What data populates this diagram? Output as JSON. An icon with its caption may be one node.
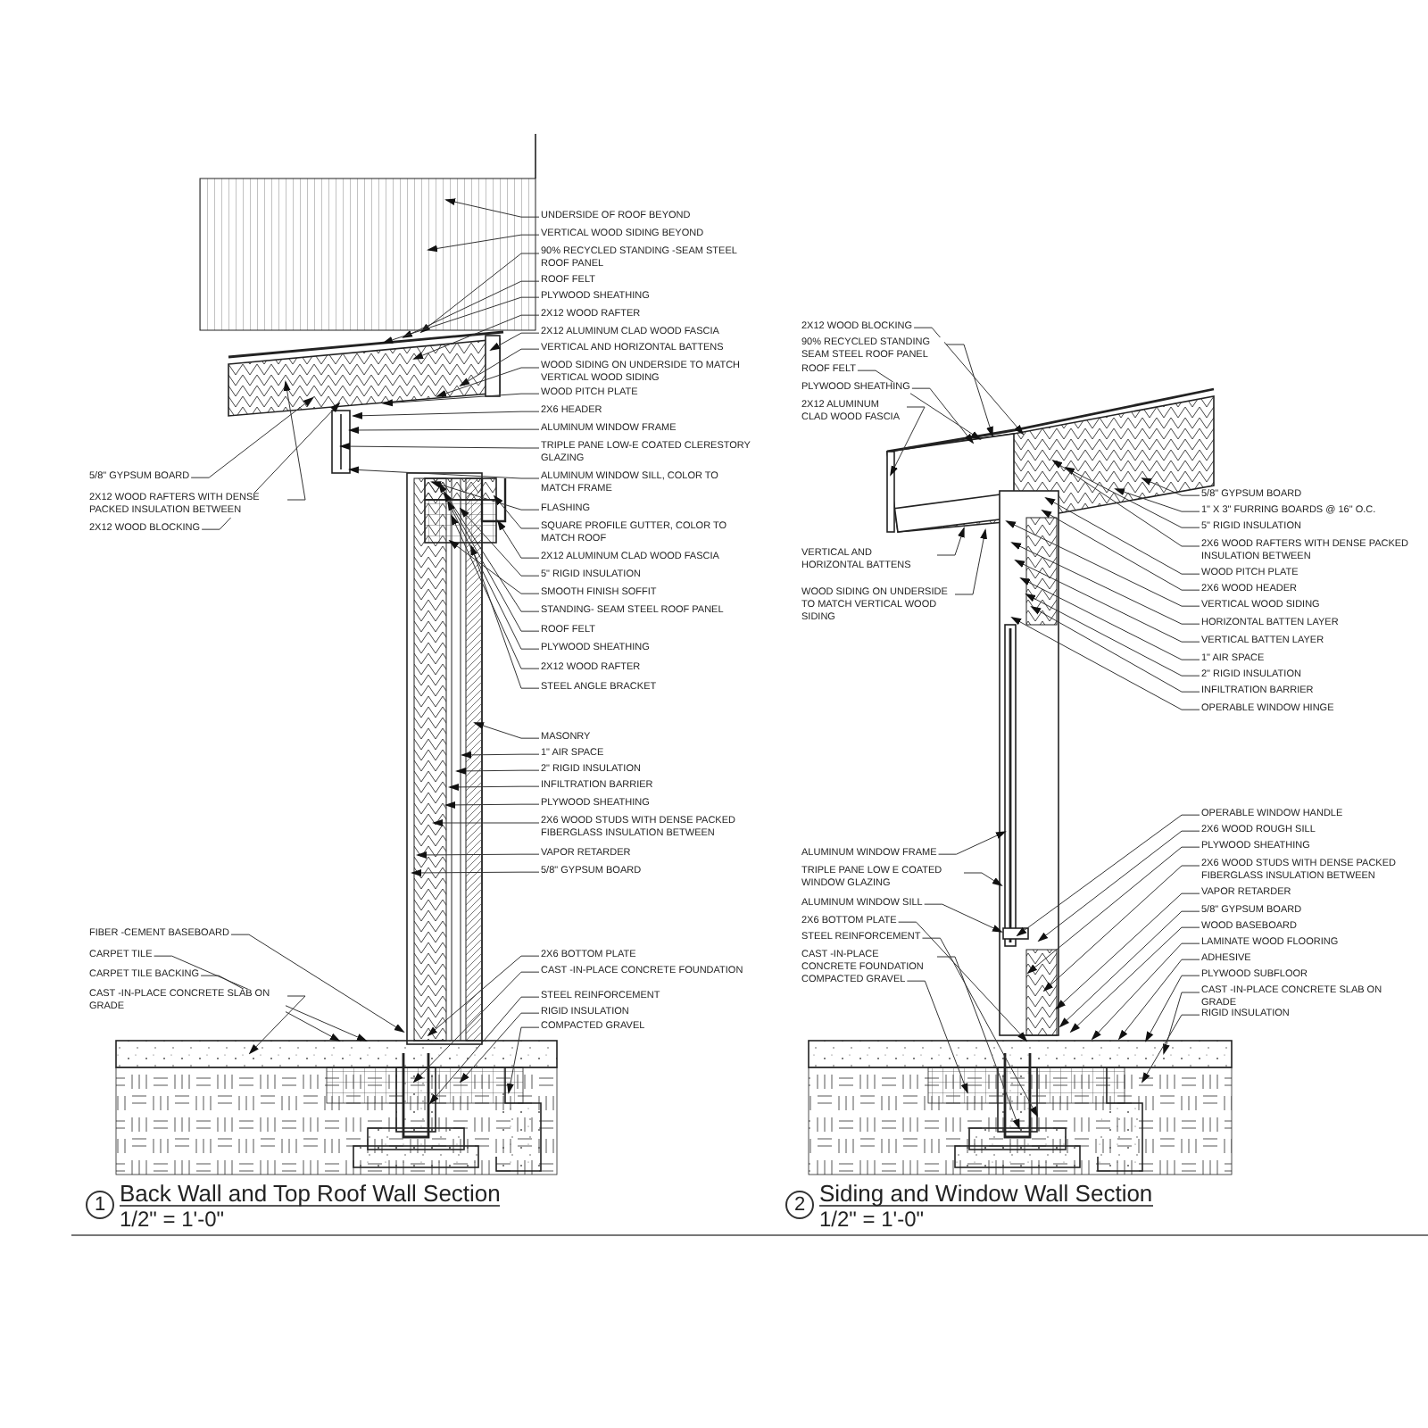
{
  "diagram": {
    "nodes": [
      {
        "text": [
          "UNDERSIDE OF ROOF BEYOND"
        ]
      },
      {
        "text": [
          "VERTICAL WOOD SIDING BEYOND"
        ]
      },
      {
        "text": [
          "90% RECYCLED STANDING -SEAM STEEL ROOF PANEL"
        ]
      },
      {
        "text": [
          "ROOF FELT"
        ]
      },
      {
        "text": [
          "PLYWOOD SHEATHING"
        ]
      },
      {
        "text": [
          "2X12 WOOD RAFTER"
        ]
      },
      {
        "text": [
          "2X12 ALUMINUM CLAD WOOD FASCIA"
        ]
      },
      {
        "text": [
          "VERTICAL AND HORIZONTAL BATTENS"
        ]
      },
      {
        "text": [
          "WOOD SIDING ON UNDERSIDE TO MATCH VERTICAL WOOD SIDING"
        ]
      },
      {
        "text": [
          "WOOD PITCH PLATE"
        ]
      },
      {
        "text": [
          "2X6 HEADER"
        ]
      },
      {
        "text": [
          "ALUMINUM WINDOW FRAME"
        ]
      },
      {
        "text": [
          "TRIPLE PANE LOW-E COATED CLERESTORY GLAZING"
        ]
      },
      {
        "text": [
          "ALUMINUM WINDOW SILL, COLOR TO MATCH FRAME"
        ]
      },
      {
        "text": [
          "FLASHING"
        ]
      },
      {
        "text": [
          "SQUARE PROFILE GUTTER, COLOR TO MATCH ROOF"
        ]
      },
      {
        "text": [
          "2X12 ALUMINUM CLAD WOOD FASCIA"
        ]
      },
      {
        "text": [
          "5\" RIGID INSULATION"
        ]
      },
      {
        "text": [
          "SMOOTH FINISH SOFFIT"
        ]
      },
      {
        "text": [
          "STANDING- SEAM STEEL ROOF PANEL"
        ]
      },
      {
        "text": [
          "ROOF FELT"
        ]
      },
      {
        "text": [
          "PLYWOOD SHEATHING"
        ]
      },
      {
        "text": [
          "2X12 WOOD RAFTER"
        ]
      },
      {
        "text": [
          "STEEL ANGLE BRACKET"
        ]
      },
      {
        "text": [
          "MASONRY"
        ]
      },
      {
        "text": [
          "1\" AIR SPACE"
        ]
      },
      {
        "text": [
          "2\" RIGID INSULATION"
        ]
      },
      {
        "text": [
          "INFILTRATION BARRIER"
        ]
      },
      {
        "text": [
          "PLYWOOD SHEATHING"
        ]
      },
      {
        "text": [
          "2X6 WOOD STUDS WITH DENSE PACKED FIBERGLASS INSULATION BETWEEN"
        ]
      },
      {
        "text": [
          "VAPOR RETARDER"
        ]
      },
      {
        "text": [
          "5/8\" GYPSUM BOARD"
        ]
      },
      {
        "text": [
          "5/8\" GYPSUM BOARD"
        ]
      },
      {
        "text": [
          "2X12 WOOD RAFTERS WITH DENSE PACKED INSULATION BETWEEN"
        ]
      },
      {
        "text": [
          "2X12 WOOD BLOCKING"
        ]
      },
      {
        "text": [
          "FIBER -CEMENT BASEBOARD"
        ]
      },
      {
        "text": [
          "CARPET TILE"
        ]
      },
      {
        "text": [
          "CARPET TILE BACKING"
        ]
      },
      {
        "text": [
          "CAST -IN-PLACE CONCRETE SLAB ON GRADE"
        ]
      },
      {
        "text": [
          "2X6 BOTTOM PLATE"
        ]
      },
      {
        "text": [
          "CAST -IN-PLACE CONCRETE FOUNDATION"
        ]
      },
      {
        "text": [
          "STEEL REINFORCEMENT"
        ]
      },
      {
        "text": [
          "RIGID INSULATION"
        ]
      },
      {
        "text": [
          "COMPACTED GRAVEL"
        ]
      },
      {
        "text": [
          "2X12 WOOD BLOCKING"
        ]
      },
      {
        "text": [
          "90% RECYCLED STANDING SEAM STEEL ROOF PANEL"
        ]
      },
      {
        "text": [
          "ROOF FELT"
        ]
      },
      {
        "text": [
          "PLYWOOD SHEATHING"
        ]
      },
      {
        "text": [
          "2X12 ALUMINUM CLAD WOOD FASCIA"
        ]
      },
      {
        "text": [
          "VERTICAL AND HORIZONTAL BATTENS"
        ]
      },
      {
        "text": [
          "WOOD SIDING ON UNDERSIDE TO MATCH VERTICAL WOOD SIDING"
        ]
      },
      {
        "text": [
          "5/8\" GYPSUM BOARD"
        ]
      },
      {
        "text": [
          "1\" X 3\" FURRING BOARDS @ 16\" O.C."
        ]
      },
      {
        "text": [
          "5\" RIGID INSULATION"
        ]
      },
      {
        "text": [
          "2X6 WOOD RAFTERS WITH DENSE PACKED INSULATION BETWEEN"
        ]
      },
      {
        "text": [
          "WOOD PITCH PLATE"
        ]
      },
      {
        "text": [
          "2X6 WOOD HEADER"
        ]
      },
      {
        "text": [
          "VERTICAL WOOD SIDING"
        ]
      },
      {
        "text": [
          "HORIZONTAL BATTEN LAYER"
        ]
      },
      {
        "text": [
          "VERTICAL BATTEN LAYER"
        ]
      },
      {
        "text": [
          "1\" AIR SPACE"
        ]
      },
      {
        "text": [
          "2\" RIGID INSULATION"
        ]
      },
      {
        "text": [
          "INFILTRATION BARRIER"
        ]
      },
      {
        "text": [
          "OPERABLE WINDOW HINGE"
        ]
      },
      {
        "text": [
          "OPERABLE WINDOW HANDLE"
        ]
      },
      {
        "text": [
          "2X6 WOOD ROUGH SILL"
        ]
      },
      {
        "text": [
          "PLYWOOD SHEATHING"
        ]
      },
      {
        "text": [
          "2X6 WOOD STUDS WITH DENSE PACKED FIBERGLASS INSULATION BETWEEN"
        ]
      },
      {
        "text": [
          "VAPOR RETARDER"
        ]
      },
      {
        "text": [
          "5/8\" GYPSUM BOARD"
        ]
      },
      {
        "text": [
          "WOOD BASEBOARD"
        ]
      },
      {
        "text": [
          "LAMINATE WOOD FLOORING"
        ]
      },
      {
        "text": [
          "ADHESIVE"
        ]
      },
      {
        "text": [
          "PLYWOOD SUBFLOOR"
        ]
      },
      {
        "text": [
          "CAST -IN-PLACE CONCRETE SLAB ON GRADE"
        ]
      },
      {
        "text": [
          "RIGID INSULATION"
        ]
      },
      {
        "text": [
          "ALUMINUM WINDOW FRAME"
        ]
      },
      {
        "text": [
          "TRIPLE PANE LOW E COATED WINDOW GLAZING"
        ]
      },
      {
        "text": [
          "ALUMINUM WINDOW SILL"
        ]
      },
      {
        "text": [
          "2X6 BOTTOM PLATE"
        ]
      },
      {
        "text": [
          "STEEL REINFORCEMENT"
        ]
      },
      {
        "text": [
          "CAST -IN-PLACE CONCRETE FOUNDATION"
        ]
      },
      {
        "text": [
          "COMPACTED GRAVEL"
        ]
      }
    ],
    "edges": [
      {
        "from": 0,
        "to": null,
        "arrow": "to"
      },
      {
        "from": 1,
        "to": null,
        "arrow": "to"
      },
      {
        "from": 2,
        "to": null,
        "arrow": "to"
      },
      {
        "from": 3,
        "to": null,
        "arrow": "to"
      },
      {
        "from": 4,
        "to": null,
        "arrow": "to"
      },
      {
        "from": 5,
        "to": null,
        "arrow": "to"
      },
      {
        "from": 6,
        "to": null,
        "arrow": "to"
      },
      {
        "from": 7,
        "to": null,
        "arrow": "to"
      },
      {
        "from": 8,
        "to": null,
        "arrow": "to"
      },
      {
        "from": 9,
        "to": null,
        "arrow": "to"
      },
      {
        "from": 10,
        "to": null,
        "arrow": "to"
      },
      {
        "from": 11,
        "to": null,
        "arrow": "to"
      },
      {
        "from": 12,
        "to": null,
        "arrow": "to"
      },
      {
        "from": 13,
        "to": null,
        "arrow": "to"
      },
      {
        "from": 14,
        "to": null,
        "arrow": "to"
      },
      {
        "from": 15,
        "to": null,
        "arrow": "to"
      },
      {
        "from": 16,
        "to": null,
        "arrow": "to"
      },
      {
        "from": 17,
        "to": null,
        "arrow": "to"
      },
      {
        "from": 18,
        "to": null,
        "arrow": "to"
      },
      {
        "from": 19,
        "to": null,
        "arrow": "to"
      },
      {
        "from": 20,
        "to": null,
        "arrow": "to"
      },
      {
        "from": 21,
        "to": null,
        "arrow": "to"
      },
      {
        "from": 22,
        "to": null,
        "arrow": "to"
      },
      {
        "from": 23,
        "to": null,
        "arrow": "to"
      },
      {
        "from": 24,
        "to": null,
        "arrow": "to"
      },
      {
        "from": 25,
        "to": null,
        "arrow": "to"
      },
      {
        "from": 26,
        "to": null,
        "arrow": "to"
      },
      {
        "from": 27,
        "to": null,
        "arrow": "to"
      },
      {
        "from": 28,
        "to": null,
        "arrow": "to"
      },
      {
        "from": 29,
        "to": null,
        "arrow": "to"
      },
      {
        "from": 30,
        "to": null,
        "arrow": "to"
      },
      {
        "from": 31,
        "to": null,
        "arrow": "to"
      },
      {
        "from": 32,
        "to": null,
        "arrow": "to"
      },
      {
        "from": 33,
        "to": null,
        "arrow": "to"
      },
      {
        "from": 34,
        "to": null,
        "arrow": "to"
      },
      {
        "from": 35,
        "to": null,
        "arrow": "to"
      },
      {
        "from": 36,
        "to": null,
        "arrow": "to"
      },
      {
        "from": 37,
        "to": null,
        "arrow": "to"
      },
      {
        "from": 38,
        "to": null,
        "arrow": "to"
      },
      {
        "from": 39,
        "to": null,
        "arrow": "to"
      },
      {
        "from": 40,
        "to": null,
        "arrow": "to"
      },
      {
        "from": 41,
        "to": null,
        "arrow": "to"
      },
      {
        "from": 42,
        "to": null,
        "arrow": "to"
      },
      {
        "from": 43,
        "to": null,
        "arrow": "to"
      },
      {
        "from": 44,
        "to": null,
        "arrow": "to"
      },
      {
        "from": 45,
        "to": null,
        "arrow": "to"
      },
      {
        "from": 46,
        "to": null,
        "arrow": "to"
      },
      {
        "from": 47,
        "to": null,
        "arrow": "to"
      },
      {
        "from": 48,
        "to": null,
        "arrow": "to"
      },
      {
        "from": 49,
        "to": null,
        "arrow": "to"
      },
      {
        "from": 50,
        "to": null,
        "arrow": "to"
      },
      {
        "from": 51,
        "to": null,
        "arrow": "to"
      },
      {
        "from": 52,
        "to": null,
        "arrow": "to"
      },
      {
        "from": 53,
        "to": null,
        "arrow": "to"
      },
      {
        "from": 54,
        "to": null,
        "arrow": "to"
      },
      {
        "from": 55,
        "to": null,
        "arrow": "to"
      },
      {
        "from": 56,
        "to": null,
        "arrow": "to"
      },
      {
        "from": 57,
        "to": null,
        "arrow": "to"
      },
      {
        "from": 58,
        "to": null,
        "arrow": "to"
      },
      {
        "from": 59,
        "to": null,
        "arrow": "to"
      },
      {
        "from": 60,
        "to": null,
        "arrow": "to"
      },
      {
        "from": 61,
        "to": null,
        "arrow": "to"
      },
      {
        "from": 62,
        "to": null,
        "arrow": "to"
      },
      {
        "from": 63,
        "to": null,
        "arrow": "to"
      },
      {
        "from": 64,
        "to": null,
        "arrow": "to"
      },
      {
        "from": 65,
        "to": null,
        "arrow": "to"
      },
      {
        "from": 66,
        "to": null,
        "arrow": "to"
      },
      {
        "from": 67,
        "to": null,
        "arrow": "to"
      },
      {
        "from": 68,
        "to": null,
        "arrow": "to"
      },
      {
        "from": 69,
        "to": null,
        "arrow": "to"
      },
      {
        "from": 70,
        "to": null,
        "arrow": "to"
      },
      {
        "from": 71,
        "to": null,
        "arrow": "to"
      },
      {
        "from": 72,
        "to": null,
        "arrow": "to"
      },
      {
        "from": 73,
        "to": null,
        "arrow": "to"
      },
      {
        "from": 74,
        "to": null,
        "arrow": "to"
      },
      {
        "from": 75,
        "to": null,
        "arrow": "to"
      },
      {
        "from": 76,
        "to": null,
        "arrow": "to"
      },
      {
        "from": 77,
        "to": null,
        "arrow": "to"
      },
      {
        "from": 78,
        "to": null,
        "arrow": "to"
      },
      {
        "from": 79,
        "to": null,
        "arrow": "to"
      },
      {
        "from": 80,
        "to": null,
        "arrow": "to"
      },
      {
        "from": 81,
        "to": null,
        "arrow": "to"
      },
      {
        "from": 82,
        "to": null,
        "arrow": "to"
      }
    ],
    "labels": [
      "1",
      "Back Wall and Top Roof Wall Section",
      "1/2\" = 1'-0\"",
      "2",
      "Siding and Window Wall Section",
      "1/2\" = 1'-0\""
    ]
  }
}
